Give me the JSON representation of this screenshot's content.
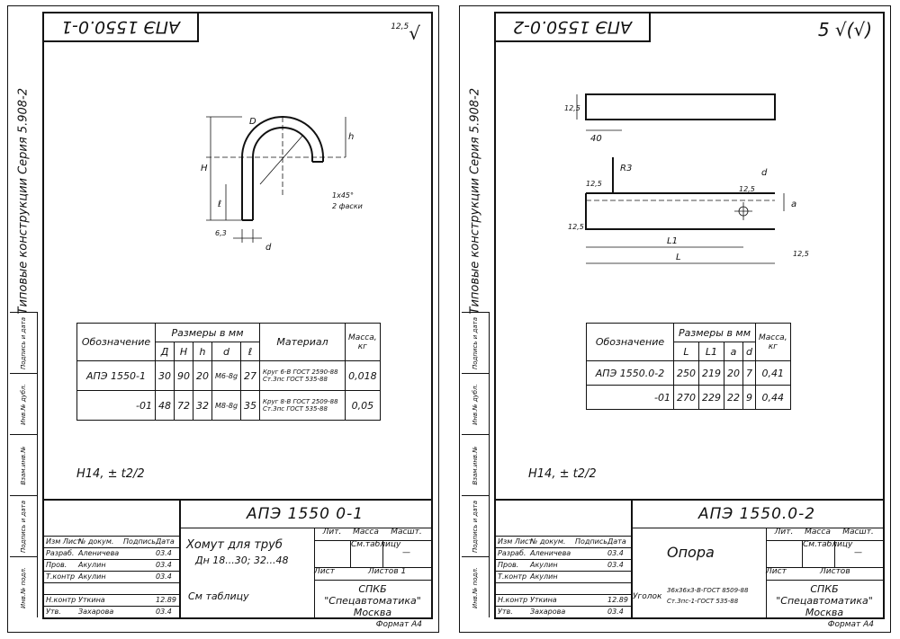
{
  "left": {
    "code_stamp": "АПЭ 1550.0-1",
    "series": "Типовые конструкции  Серия  5.908-2",
    "roughness": "12,5",
    "drawing_labels": {
      "D": "D",
      "H": "H",
      "h": "h",
      "l": "ℓ",
      "d": "d",
      "rough": "6,3",
      "chamfer": "1x45°",
      "chamfer2": "2 фаски"
    },
    "table": {
      "header_designation": "Обозначение",
      "header_dims": "Размеры  в  мм",
      "header_material": "Материал",
      "header_mass": "Масса, кг",
      "cols": [
        "Д",
        "H",
        "h",
        "d",
        "ℓ"
      ],
      "rows": [
        {
          "designation": "АПЭ 1550-1",
          "values": [
            "30",
            "90",
            "20",
            "М6-8g",
            "27"
          ],
          "material_a": "Круг",
          "material_b": "6-В ГОСТ 2590-88",
          "material_c": "Ст.3пс ГОСТ 535-88",
          "mass": "0,018"
        },
        {
          "designation": "-01",
          "values": [
            "48",
            "72",
            "32",
            "М8-8g",
            "35"
          ],
          "material_a": "Круг",
          "material_b": "8-В ГОСТ 2509-88",
          "material_c": "Ст.3пс ГОСТ 535-88",
          "mass": "0,05"
        }
      ]
    },
    "tolerance": "Н14, ± t2/2",
    "title": "АПЭ 1550 0-1",
    "name": "Хомут для труб",
    "name_sub": "Дн 18...30; 32...48",
    "material_line": "См таблицу",
    "lit": "Лит.",
    "mass_hdr": "Масса",
    "scale_hdr": "Масшт.",
    "mass_val": "См.таблицу",
    "scale_val": "—",
    "sheet_lbl": "Лист",
    "sheets_lbl": "Листов 1",
    "org": "СПКБ \"Спецавтоматика\" Москва",
    "format": "Формат А4",
    "signatures": [
      {
        "role": "Изм Лист",
        "name": "№ докум.",
        "sign": "Подпись",
        "date": "Дата"
      },
      {
        "role": "Разраб.",
        "name": "Аленичева",
        "sign": "",
        "date": "03.4"
      },
      {
        "role": "Пров.",
        "name": "Акулин",
        "sign": "",
        "date": "03.4"
      },
      {
        "role": "Т.контр",
        "name": "Акулин",
        "sign": "",
        "date": "03.4"
      },
      {
        "role": "",
        "name": "",
        "sign": "",
        "date": ""
      },
      {
        "role": "Н.контр",
        "name": "Уткина",
        "sign": "",
        "date": "12.89"
      },
      {
        "role": "Утв.",
        "name": "Захарова",
        "sign": "",
        "date": "03.4"
      }
    ],
    "sidebar": [
      "Инв.№ подл.",
      "Подпись и дата",
      "Взам.инв.№",
      "Инв.№ дубл.",
      "Подпись и дата"
    ]
  },
  "right": {
    "code_stamp": "АПЭ 1550.0-2",
    "series": "Типовые конструкции  Серия  5.908-2",
    "roughness": "5",
    "drawing_labels": {
      "r": "R3",
      "d": "d",
      "a": "a",
      "L1": "L1",
      "L": "L",
      "w": "40",
      "r1": "12,5",
      "r2": "12,5",
      "r3": "12,5",
      "r4": "12,5",
      "r5": "12,5"
    },
    "table": {
      "header_designation": "Обозначение",
      "header_dims": "Размеры  в  мм",
      "header_mass": "Масса, кг",
      "cols": [
        "L",
        "L1",
        "a",
        "d"
      ],
      "rows": [
        {
          "designation": "АПЭ 1550.0-2",
          "values": [
            "250",
            "219",
            "20",
            "7"
          ],
          "mass": "0,41"
        },
        {
          "designation": "-01",
          "values": [
            "270",
            "229",
            "22",
            "9"
          ],
          "mass": "0,44"
        }
      ]
    },
    "tolerance": "Н14, ± t2/2",
    "title": "АПЭ 1550.0-2",
    "name": "Опора",
    "material_a": "Уголок",
    "material_b": "36х36х3-В-ГОСТ 8509-88",
    "material_c": "Ст.3пс-1-ГОСТ 535-88",
    "lit": "Лит.",
    "mass_hdr": "Масса",
    "scale_hdr": "Масшт.",
    "mass_val": "См.таблицу",
    "scale_val": "—",
    "sheet_lbl": "Лист",
    "sheets_lbl": "Листов",
    "org": "СПКБ \"Спецавтоматика\" Москва",
    "format": "Формат А4",
    "signatures": [
      {
        "role": "Изм Лист",
        "name": "№ докум.",
        "sign": "Подпись",
        "date": "Дата"
      },
      {
        "role": "Разраб.",
        "name": "Аленичева",
        "sign": "",
        "date": "03.4"
      },
      {
        "role": "Пров.",
        "name": "Акулин",
        "sign": "",
        "date": "03.4"
      },
      {
        "role": "Т.контр",
        "name": "Акулин",
        "sign": "",
        "date": ""
      },
      {
        "role": "",
        "name": "",
        "sign": "",
        "date": ""
      },
      {
        "role": "Н.контр",
        "name": "Уткина",
        "sign": "",
        "date": "12.89"
      },
      {
        "role": "Утв.",
        "name": "Захарова",
        "sign": "",
        "date": "03.4"
      }
    ],
    "sidebar": [
      "Инв.№ подл.",
      "Подпись и дата",
      "Взам.инв.№",
      "Инв.№ дубл.",
      "Подпись и дата"
    ]
  }
}
